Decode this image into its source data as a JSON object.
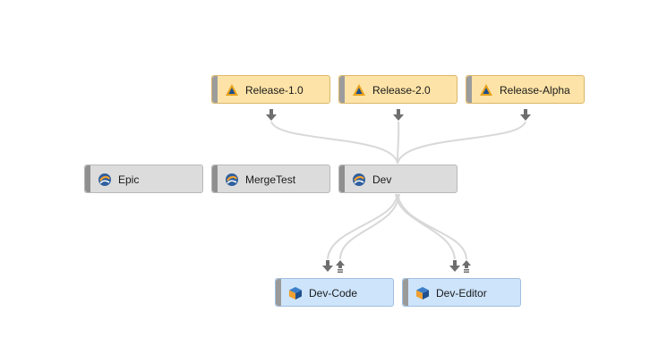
{
  "nodes": {
    "release_1": {
      "label": "Release-1.0",
      "icon": "release-triangle-icon"
    },
    "release_2": {
      "label": "Release-2.0",
      "icon": "release-triangle-icon"
    },
    "release_alpha": {
      "label": "Release-Alpha",
      "icon": "release-triangle-icon"
    },
    "epic": {
      "label": "Epic",
      "icon": "mainline-stream-icon"
    },
    "mergetest": {
      "label": "MergeTest",
      "icon": "mainline-stream-icon"
    },
    "dev": {
      "label": "Dev",
      "icon": "mainline-stream-icon"
    },
    "dev_code": {
      "label": "Dev-Code",
      "icon": "development-cube-icon"
    },
    "dev_editor": {
      "label": "Dev-Editor",
      "icon": "development-cube-icon"
    }
  },
  "colors": {
    "release_fill": "#fde3a7",
    "stream_fill": "#dcdcdc",
    "child_fill": "#cde4fb",
    "connector": "#d4d4d4",
    "arrow": "#6e6e6e"
  }
}
